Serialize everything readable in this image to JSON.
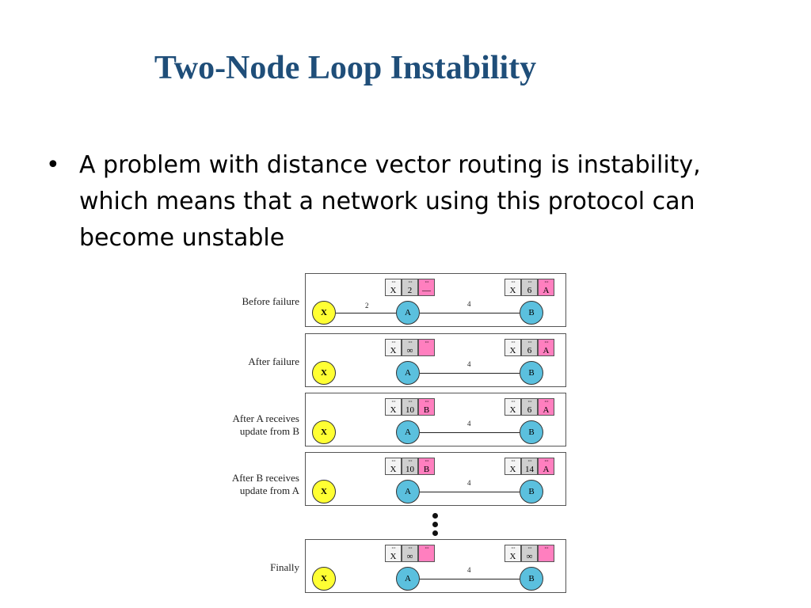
{
  "slide": {
    "title": "Two-Node Loop Instability",
    "bullet_symbol": "•",
    "bullet": "A problem with distance vector routing is instability, which means that a network using this protocol can become unstable"
  },
  "figure": {
    "node_labels": {
      "x": "X",
      "a": "A",
      "b": "B"
    },
    "header_dots": "···",
    "link_cost_xa": "2",
    "link_cost_ab": "4",
    "rows": [
      {
        "label": "Before failure",
        "show_xa": true,
        "a_table": [
          "X",
          "2",
          "—"
        ],
        "b_table": [
          "X",
          "6",
          "A"
        ]
      },
      {
        "label": "After failure",
        "show_xa": false,
        "a_table": [
          "X",
          "∞",
          ""
        ],
        "b_table": [
          "X",
          "6",
          "A"
        ]
      },
      {
        "label": "After A receives update from B",
        "show_xa": false,
        "a_table": [
          "X",
          "10",
          "B"
        ],
        "b_table": [
          "X",
          "6",
          "A"
        ]
      },
      {
        "label": "After B receives update from A",
        "show_xa": false,
        "a_table": [
          "X",
          "10",
          "B"
        ],
        "b_table": [
          "X",
          "14",
          "A"
        ]
      },
      {
        "label": "Finally",
        "show_xa": false,
        "a_table": [
          "X",
          "∞",
          ""
        ],
        "b_table": [
          "X",
          "∞",
          ""
        ]
      }
    ],
    "colors": {
      "node_x": "#ffff33",
      "node_ab": "#5bc0de",
      "next_hop": "#ff7fbf",
      "cost_cell": "#cfcfcf"
    }
  }
}
